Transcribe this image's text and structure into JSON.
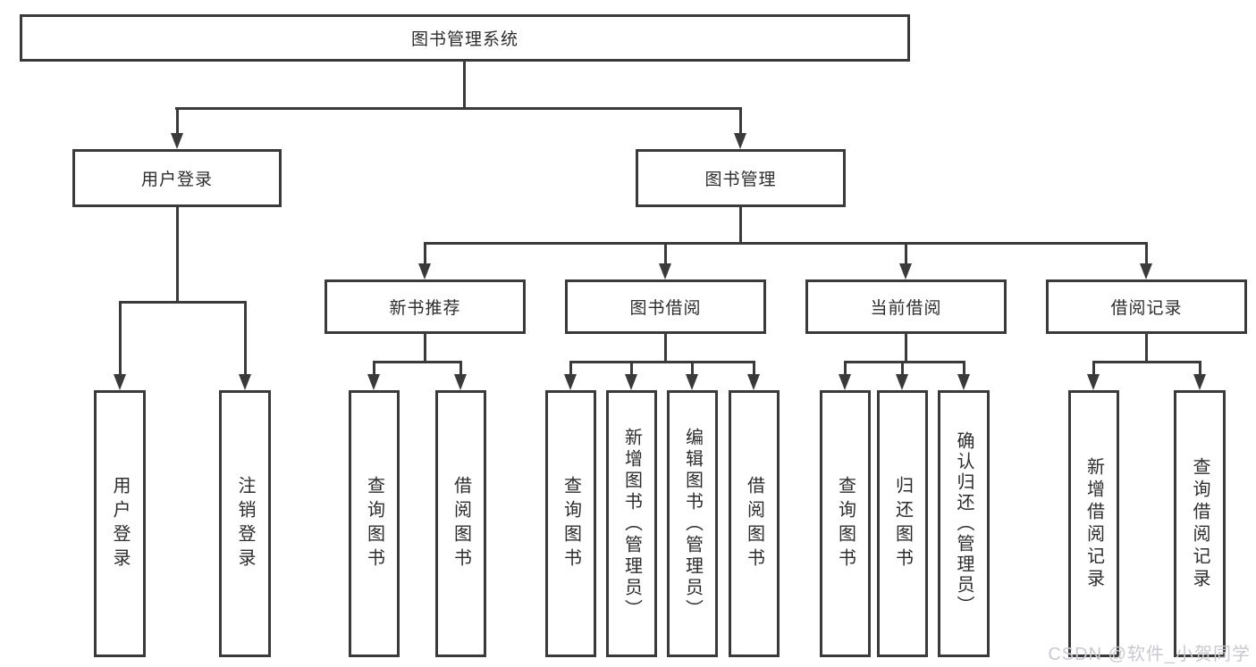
{
  "diagram": {
    "root": {
      "label": "图书管理系统"
    },
    "level2": [
      {
        "label": "用户登录"
      },
      {
        "label": "图书管理"
      }
    ],
    "level3": [
      {
        "label": "新书推荐"
      },
      {
        "label": "图书借阅"
      },
      {
        "label": "当前借阅"
      },
      {
        "label": "借阅记录"
      }
    ],
    "leaves": {
      "user_login": [
        "用户登录",
        "注销登录"
      ],
      "new_books": [
        "查询图书",
        "借阅图书"
      ],
      "book_borrow": [
        "查询图书",
        "新增图书（管理员）",
        "编辑图书（管理员）",
        "借阅图书"
      ],
      "current_borrow": [
        "查询图书",
        "归还图书",
        "确认归还（管理员）"
      ],
      "borrow_records": [
        "新增借阅记录",
        "查询借阅记录"
      ]
    }
  },
  "watermark": {
    "text": "CSDN @软件_小贺同学"
  },
  "colors": {
    "line": "#3a3a3a",
    "text": "#2d2d2d",
    "watermark": "#c9c9d1",
    "background": "#ffffff"
  }
}
